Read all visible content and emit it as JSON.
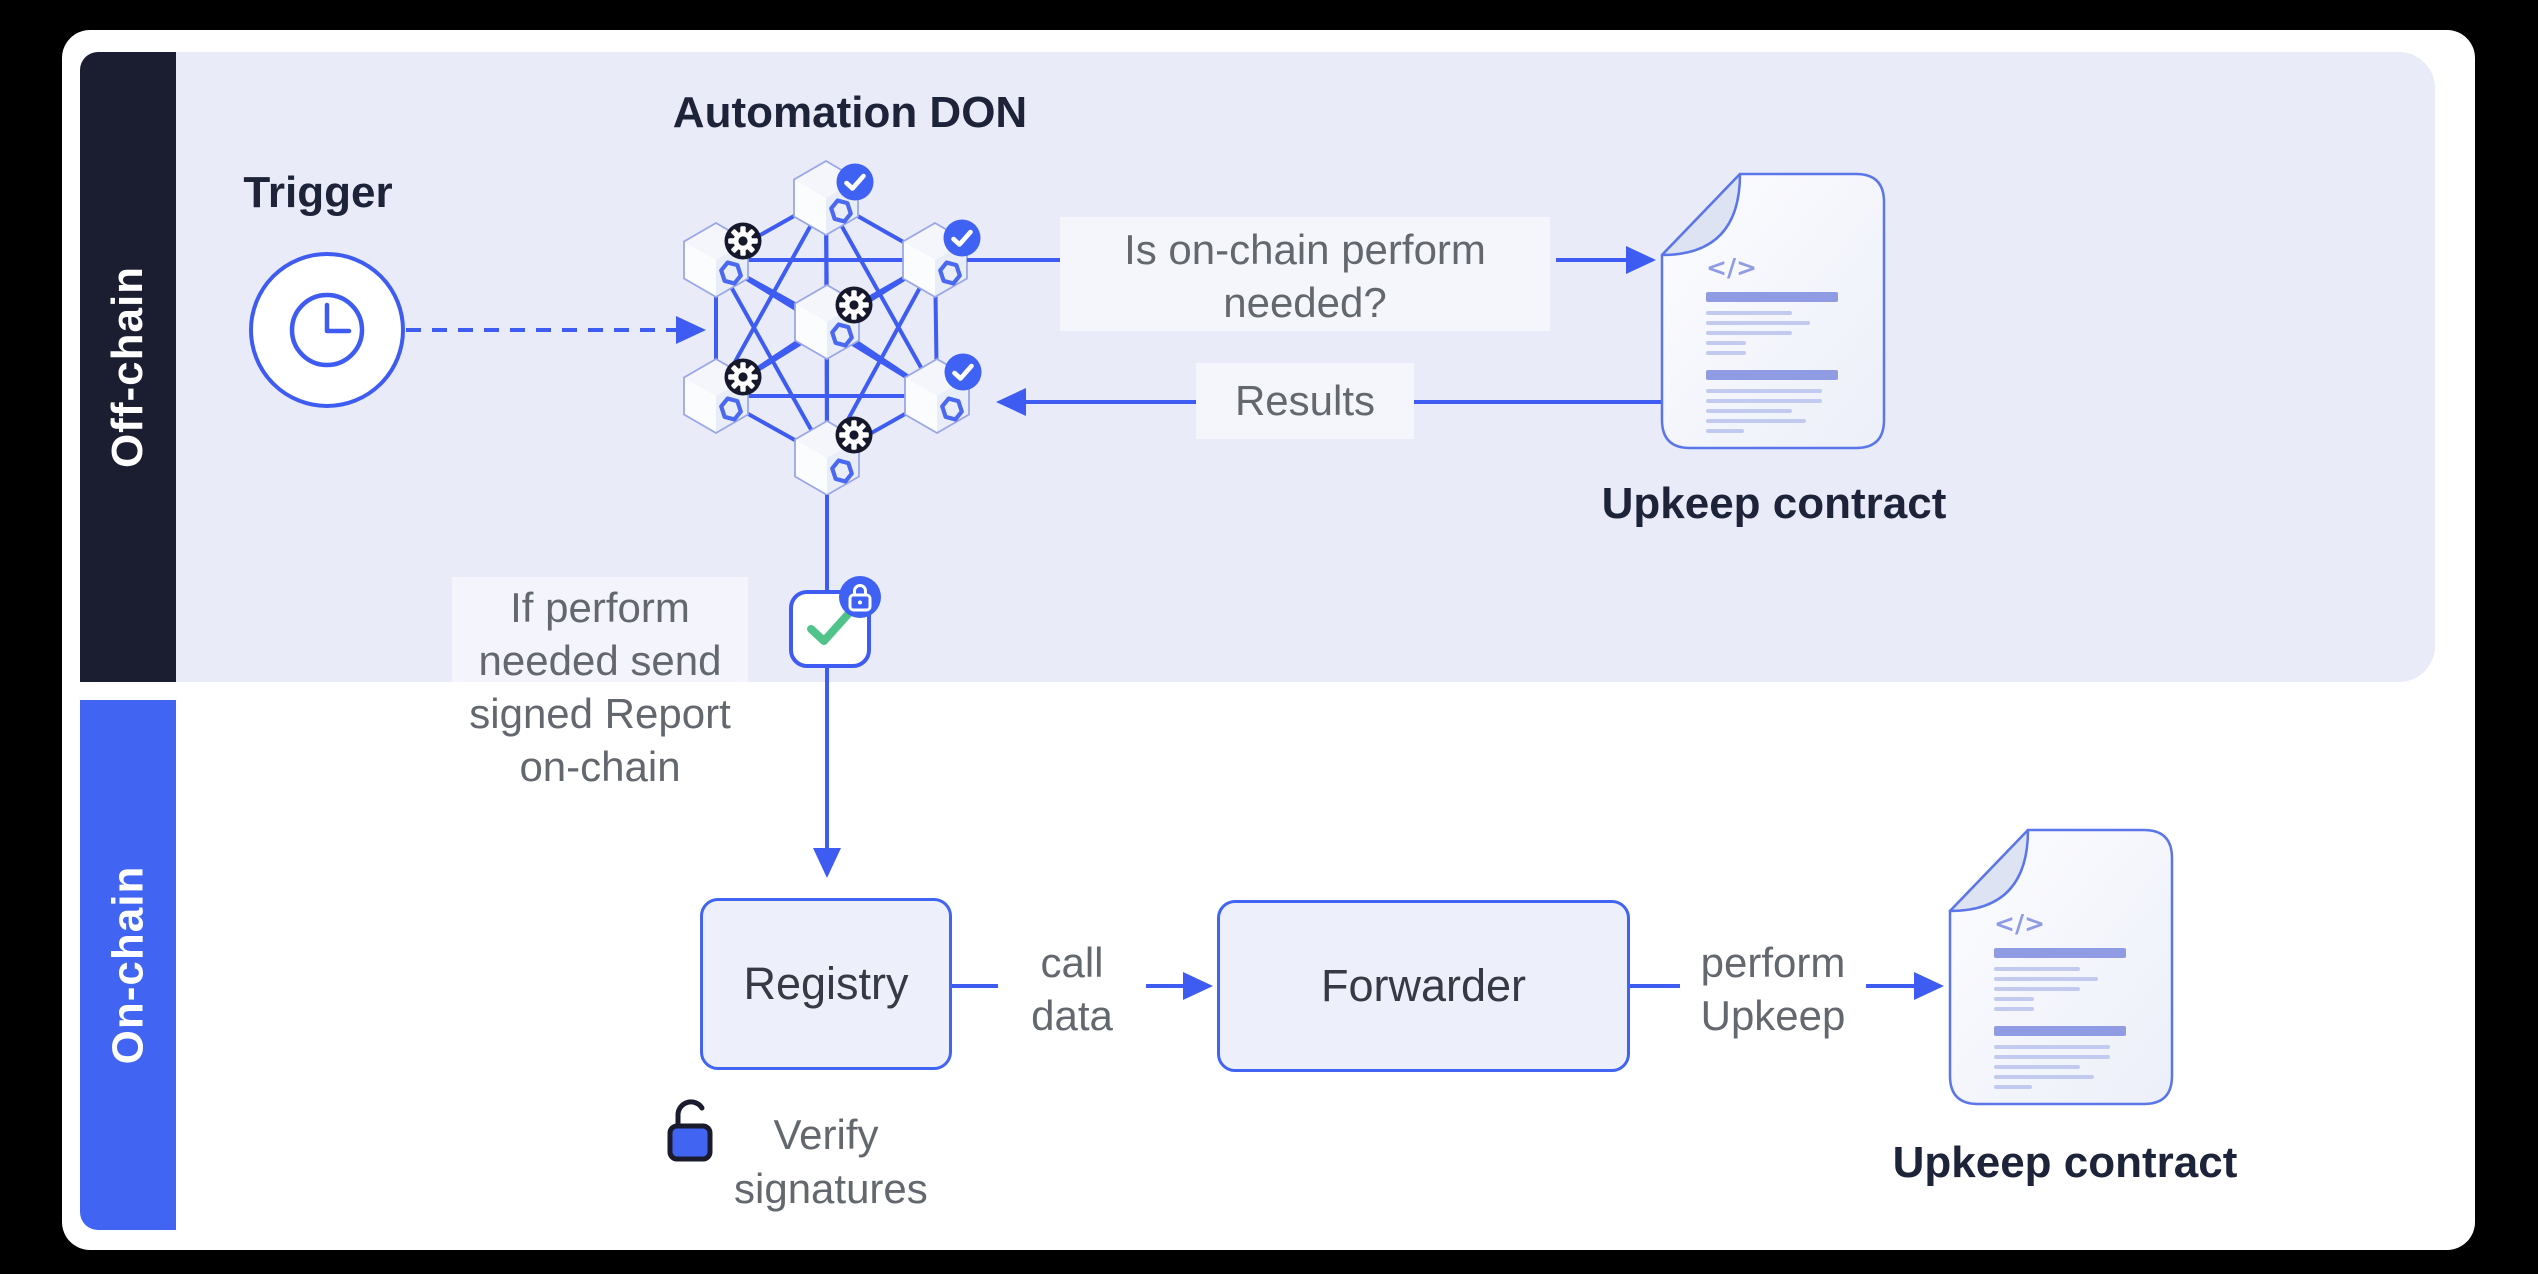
{
  "sidebar": {
    "offchain_label": "Off-chain",
    "onchain_label": "On-chain"
  },
  "offchain": {
    "trigger_label": "Trigger",
    "don_title": "Automation DON",
    "question_line1": "Is on-chain perform",
    "question_line2": "needed?",
    "results_label": "Results",
    "upkeep_contract_label": "Upkeep contract"
  },
  "report_note": {
    "line1": "If perform",
    "line2": "needed send",
    "line3": "signed Report",
    "line4": "on-chain"
  },
  "onchain": {
    "registry_label": "Registry",
    "call_data_line1": "call",
    "call_data_line2": "data",
    "forwarder_label": "Forwarder",
    "perform_line1": "perform",
    "perform_line2": "Upkeep",
    "verify_line1": "Verify",
    "verify_line2": "signatures",
    "upkeep_contract_label": "Upkeep contract"
  },
  "icons": {
    "code_glyph": "</>",
    "clock": "clock-icon",
    "gear_badge": "gear-badge-icon",
    "check_badge": "check-badge-icon",
    "lock_badge": "lock-badge-icon",
    "unlock": "unlock-icon",
    "document": "document-icon",
    "signed_report": "signed-report-check-icon"
  },
  "colors": {
    "accent_blue": "#3E5CF1",
    "onchain_bar_blue": "#4164F2",
    "badge_blue": "#3F62F4",
    "dark_navy": "#1B1D31",
    "offchain_bg": "#E9EBF9",
    "box_fill": "#EDEFFB",
    "text_gray": "#63676E",
    "heading_navy": "#1D2439",
    "green_check": "#4FC38A",
    "doc_bar_dark": "#8F9BE3",
    "doc_bar_light": "#C3CAEF",
    "gear_badge_bg": "#16182B"
  }
}
